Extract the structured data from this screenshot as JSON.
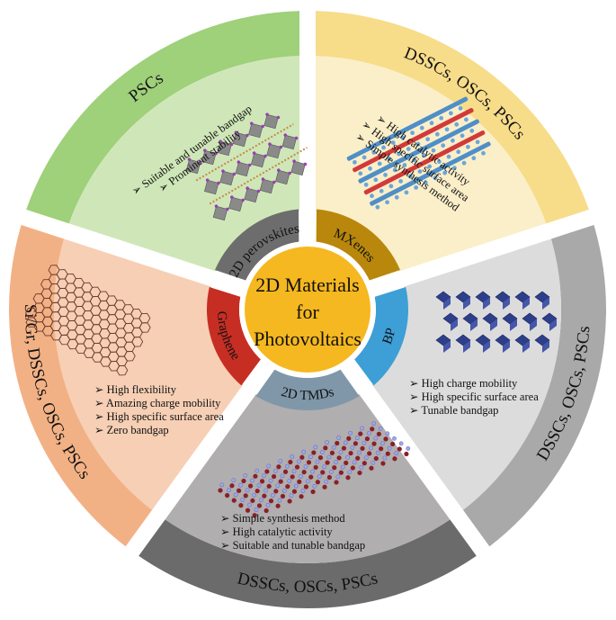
{
  "center": {
    "lines": [
      "2D Materials",
      "for",
      "Photovoltaics"
    ],
    "color": "#f5b820"
  },
  "sectors": [
    {
      "id": "perovskites",
      "inner_label": "2D perovskites",
      "outer_label": "PSCs",
      "bullets": [
        "Suitable and tunable bandgap",
        "Prominent stability"
      ],
      "icon": "perovskite-lattice-icon",
      "colors": {
        "outer": "#9fd07a",
        "mid": "#cfe7b8",
        "inner": "#6d6d6d"
      }
    },
    {
      "id": "mxenes",
      "inner_label": "MXenes",
      "outer_label": "DSSCs, OSCs, PSCs",
      "bullets": [
        "High catalytic activity",
        "High specific surface area",
        "Simple synthesis method"
      ],
      "icon": "mxene-layers-icon",
      "colors": {
        "outer": "#f7dc8a",
        "mid": "#fbefc9",
        "inner": "#b8870c"
      }
    },
    {
      "id": "bp",
      "inner_label": "BP",
      "outer_label": "DSSCs, OSCs, PSCs",
      "bullets": [
        "High charge mobility",
        "High specific surface area",
        "Tunable bandgap"
      ],
      "icon": "black-phosphorus-icon",
      "colors": {
        "outer": "#a9a9a9",
        "mid": "#dcdcdc",
        "inner": "#3d9fd6"
      }
    },
    {
      "id": "tmds",
      "inner_label": "2D TMDs",
      "outer_label": "DSSCs, OSCs, PSCs",
      "bullets": [
        "Simple synthesis method",
        "High catalytic activity",
        "Suitable and tunable bandgap"
      ],
      "icon": "tmd-lattice-icon",
      "colors": {
        "outer": "#6b6b6b",
        "mid": "#b0aeae",
        "inner": "#7f97a9"
      }
    },
    {
      "id": "graphene",
      "inner_label": "Graphene",
      "outer_label": "Si/Gr, DSSCs, OSCs, PSCs",
      "bullets": [
        "High flexibility",
        "Amazing charge mobility",
        "High specific surface area",
        "Zero bandgap"
      ],
      "icon": "graphene-sheet-icon",
      "colors": {
        "outer": "#f2b185",
        "mid": "#f6cfb5",
        "inner": "#c62e24"
      }
    }
  ]
}
